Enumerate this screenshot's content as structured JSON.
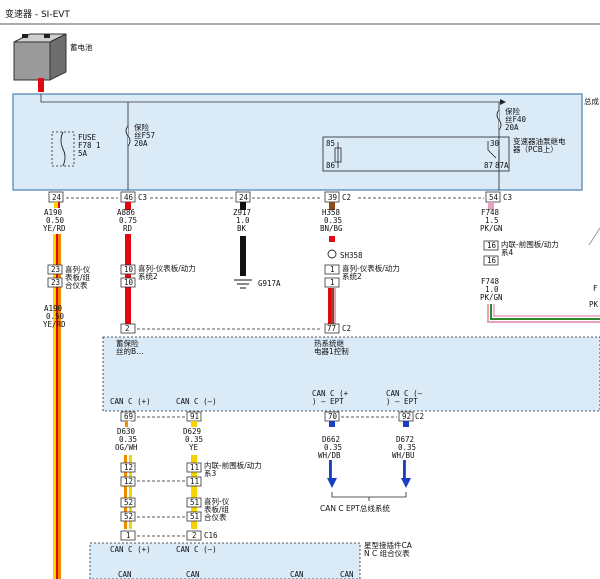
{
  "page_title": "变速器 - SI-EVT",
  "battery_label": "蓄电池",
  "right_edge_label": "总成",
  "module": {
    "fuse1": [
      "FUSE",
      "F78 1",
      "5A"
    ],
    "fuse2": [
      "保险",
      "丝F57",
      "20A"
    ],
    "fuse3": [
      "保险",
      "丝F40",
      "20A"
    ],
    "relay_pins": [
      "85",
      "86",
      "30",
      "87",
      "87A"
    ],
    "relay_name": [
      "变速器油泵继电",
      "器（PCB上）"
    ]
  },
  "header_pins": [
    {
      "num": "24",
      "conn": ""
    },
    {
      "num": "46",
      "conn": "C3"
    },
    {
      "num": "24",
      "conn": ""
    },
    {
      "num": "39",
      "conn": "C2"
    },
    {
      "num": "54",
      "conn": "C3"
    }
  ],
  "wires": {
    "w1": [
      "A190",
      "0.50",
      "YE/RD"
    ],
    "w2": [
      "A886",
      "0.75",
      "RD"
    ],
    "w3": [
      "Z917",
      "1.0",
      "BK"
    ],
    "w4": [
      "H358",
      "0.35",
      "BN/BG"
    ],
    "w5a": [
      "F748",
      "1.5",
      "PK/GN"
    ],
    "w5b": [
      "F748",
      "1.0",
      "PK/GN"
    ],
    "w1b": [
      "A190",
      "0.50",
      "YE/RD"
    ],
    "w6": [
      "D630",
      "0.35",
      "OG/WH"
    ],
    "w7": [
      "D629",
      "0.35",
      "YE"
    ],
    "w8": [
      "D662",
      "0.35",
      "WH/DB"
    ],
    "w9": [
      "D672",
      "0.35",
      "WH/BU"
    ]
  },
  "inline": {
    "c23a": "23",
    "c23b": "23",
    "c23_label": [
      "喜列-仪",
      "表板/组",
      "合仪表"
    ],
    "c10a": "10",
    "c10b": "10",
    "c10_label": [
      "喜列-仪表板/动力",
      "系统2"
    ],
    "ground": "G917A",
    "splice": "SH358",
    "c1a": "1",
    "c1b": "1",
    "c1_label": [
      "喜列-仪表板/动力",
      "系统2"
    ],
    "c16a": "16",
    "c16b": "16",
    "c16_label": [
      "内联-前围板/动力",
      "系4"
    ],
    "c12a": "12",
    "c12b": "12",
    "c11a": "11",
    "c11b": "11",
    "c11_label": [
      "内联-前围板/动力",
      "系3"
    ],
    "c52a": "52",
    "c52b": "52",
    "c51a": "51",
    "c51b": "51",
    "c51_label": [
      "喜列-仪",
      "表板/组",
      "合仪表"
    ]
  },
  "lower_module": {
    "pin2": "2",
    "pin77": "77",
    "conn_c2": "C2",
    "left_label": [
      "蓄保险",
      "丝的B…"
    ],
    "center_label": [
      "热系统继",
      "电器1控制"
    ],
    "can_labels": [
      "CAN C (+)",
      "CAN C (–)",
      "CAN C (+",
      ") – EPT",
      "CAN C (–",
      ") – EPT"
    ],
    "pins": [
      "69",
      "91",
      "70",
      "92"
    ],
    "pins_conn": "C2"
  },
  "bus_label": "CAN C EPT总线系统",
  "bottom": {
    "pin1": "1",
    "pin2": "2",
    "conn": "C16",
    "label": [
      "星型接插件CA",
      "N C 组合仪表"
    ],
    "can_labels": [
      "CAN C (+)",
      "CAN C (–)"
    ],
    "bottom_can": [
      "CAN",
      "CAN",
      "CAN",
      "CAN"
    ]
  },
  "right_edge": [
    "F",
    "PK"
  ],
  "colors": {
    "module_fill": "#dbeaf7",
    "module_stroke": "#4a7fb5",
    "red": "#e30613",
    "yellow": "#f5d400",
    "orange": "#f08a00",
    "blue": "#1a3fbf",
    "pink": "#e9a0c0",
    "green": "#2b8a2b",
    "brown": "#8b4a1e"
  }
}
